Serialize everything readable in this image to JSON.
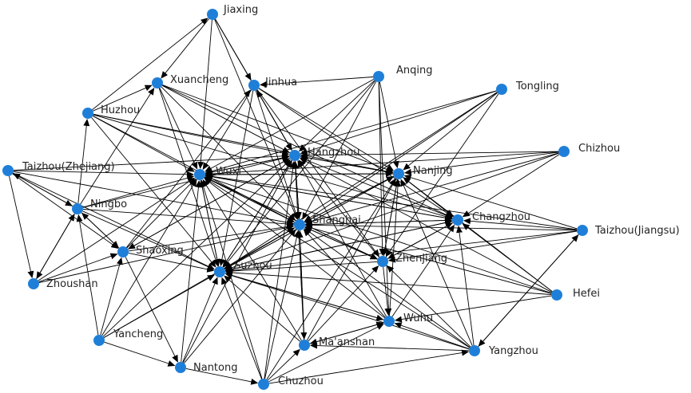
{
  "diagram": {
    "type": "directed-network",
    "node_color": "#1f7fd8",
    "edge_color": "#000000",
    "nodes": [
      {
        "id": "Jiaxing",
        "label": "Jiaxing"
      },
      {
        "id": "Xuancheng",
        "label": "Xuancheng"
      },
      {
        "id": "Jinhua",
        "label": "Jinhua"
      },
      {
        "id": "Anqing",
        "label": "Anqing"
      },
      {
        "id": "Tongling",
        "label": "Tongling"
      },
      {
        "id": "Huzhou",
        "label": "Huzhou"
      },
      {
        "id": "Chizhou",
        "label": "Chizhou"
      },
      {
        "id": "Hangzhou",
        "label": "Hangzhou"
      },
      {
        "id": "TaizhouZJ",
        "label": "Taizhou(Zhejiang)"
      },
      {
        "id": "Wuxi",
        "label": "Wuxi"
      },
      {
        "id": "Nanjing",
        "label": "Nanjing"
      },
      {
        "id": "Ningbo",
        "label": "Ningbo"
      },
      {
        "id": "Shanghai",
        "label": "Shanghai"
      },
      {
        "id": "Changzhou",
        "label": "Changzhou"
      },
      {
        "id": "TaizhouJS",
        "label": "Taizhou(Jiangsu)"
      },
      {
        "id": "Shaoxing",
        "label": "Shaoxing"
      },
      {
        "id": "Zhenjiang",
        "label": "Zhenjiang"
      },
      {
        "id": "Suzhou",
        "label": "Suzhou"
      },
      {
        "id": "Zhoushan",
        "label": "Zhoushan"
      },
      {
        "id": "Hefei",
        "label": "Hefei"
      },
      {
        "id": "Wuhu",
        "label": "Wuhu"
      },
      {
        "id": "Yancheng",
        "label": "Yancheng"
      },
      {
        "id": "Maanshan",
        "label": "Ma'anshan"
      },
      {
        "id": "Yangzhou",
        "label": "Yangzhou"
      },
      {
        "id": "Nantong",
        "label": "Nantong"
      },
      {
        "id": "Chuzhou",
        "label": "Chuzhou"
      }
    ],
    "edges": [
      [
        "Jiaxing",
        "Xuancheng"
      ],
      [
        "Jiaxing",
        "Jinhua"
      ],
      [
        "Jiaxing",
        "Hangzhou"
      ],
      [
        "Jiaxing",
        "Wuxi"
      ],
      [
        "Jiaxing",
        "Shanghai"
      ],
      [
        "Huzhou",
        "Jiaxing"
      ],
      [
        "Anqing",
        "Jinhua"
      ],
      [
        "Anqing",
        "Hangzhou"
      ],
      [
        "Anqing",
        "Wuxi"
      ],
      [
        "Anqing",
        "Shanghai"
      ],
      [
        "Anqing",
        "Suzhou"
      ],
      [
        "Anqing",
        "Wuhu"
      ],
      [
        "Anqing",
        "Zhenjiang"
      ],
      [
        "Anqing",
        "Nanjing"
      ],
      [
        "Tongling",
        "Hangzhou"
      ],
      [
        "Tongling",
        "Wuxi"
      ],
      [
        "Tongling",
        "Shanghai"
      ],
      [
        "Tongling",
        "Nanjing"
      ],
      [
        "Tongling",
        "Suzhou"
      ],
      [
        "Tongling",
        "Zhenjiang"
      ],
      [
        "Chizhou",
        "Hangzhou"
      ],
      [
        "Chizhou",
        "Wuxi"
      ],
      [
        "Chizhou",
        "Nanjing"
      ],
      [
        "Chizhou",
        "Shanghai"
      ],
      [
        "Chizhou",
        "Suzhou"
      ],
      [
        "Chizhou",
        "Changzhou"
      ],
      [
        "Xuancheng",
        "Hangzhou"
      ],
      [
        "Xuancheng",
        "Wuxi"
      ],
      [
        "Xuancheng",
        "Shanghai"
      ],
      [
        "Xuancheng",
        "Nanjing"
      ],
      [
        "Xuancheng",
        "Changzhou"
      ],
      [
        "Xuancheng",
        "Suzhou"
      ],
      [
        "Jinhua",
        "Hangzhou"
      ],
      [
        "Jinhua",
        "Wuxi"
      ],
      [
        "Jinhua",
        "Shanghai"
      ],
      [
        "Jinhua",
        "Nanjing"
      ],
      [
        "Jinhua",
        "Suzhou"
      ],
      [
        "Jinhua",
        "Changzhou"
      ],
      [
        "Jinhua",
        "Zhenjiang"
      ],
      [
        "Huzhou",
        "Hangzhou"
      ],
      [
        "Huzhou",
        "Wuxi"
      ],
      [
        "Huzhou",
        "Shanghai"
      ],
      [
        "Huzhou",
        "Suzhou"
      ],
      [
        "Huzhou",
        "Nanjing"
      ],
      [
        "Huzhou",
        "Xuancheng"
      ],
      [
        "Huzhou",
        "Changzhou"
      ],
      [
        "TaizhouZJ",
        "Hangzhou"
      ],
      [
        "TaizhouZJ",
        "Wuxi"
      ],
      [
        "TaizhouZJ",
        "Shanghai"
      ],
      [
        "TaizhouZJ",
        "Ningbo"
      ],
      [
        "TaizhouZJ",
        "Zhoushan"
      ],
      [
        "TaizhouZJ",
        "Suzhou"
      ],
      [
        "TaizhouZJ",
        "Shaoxing"
      ],
      [
        "Ningbo",
        "Hangzhou"
      ],
      [
        "Ningbo",
        "Wuxi"
      ],
      [
        "Ningbo",
        "Shanghai"
      ],
      [
        "Ningbo",
        "Shaoxing"
      ],
      [
        "Ningbo",
        "Zhoushan"
      ],
      [
        "Ningbo",
        "Suzhou"
      ],
      [
        "Ningbo",
        "TaizhouZJ"
      ],
      [
        "Ningbo",
        "Huzhou"
      ],
      [
        "Ningbo",
        "Xuancheng"
      ],
      [
        "Shaoxing",
        "Hangzhou"
      ],
      [
        "Shaoxing",
        "Wuxi"
      ],
      [
        "Shaoxing",
        "Shanghai"
      ],
      [
        "Shaoxing",
        "Suzhou"
      ],
      [
        "Shaoxing",
        "Ningbo"
      ],
      [
        "Shaoxing",
        "Jinhua"
      ],
      [
        "Shaoxing",
        "Nantong"
      ],
      [
        "Zhoushan",
        "Ningbo"
      ],
      [
        "Zhoushan",
        "Shanghai"
      ],
      [
        "Zhoushan",
        "Shaoxing"
      ],
      [
        "Zhoushan",
        "Wuxi"
      ],
      [
        "Yancheng",
        "Shanghai"
      ],
      [
        "Yancheng",
        "Suzhou"
      ],
      [
        "Yancheng",
        "Wuxi"
      ],
      [
        "Yancheng",
        "Shaoxing"
      ],
      [
        "Yancheng",
        "Nantong"
      ],
      [
        "Yancheng",
        "Hangzhou"
      ],
      [
        "Yancheng",
        "Ningbo"
      ],
      [
        "Nantong",
        "Shanghai"
      ],
      [
        "Nantong",
        "Suzhou"
      ],
      [
        "Nantong",
        "Wuxi"
      ],
      [
        "Nantong",
        "Hangzhou"
      ],
      [
        "Nantong",
        "Chuzhou"
      ],
      [
        "Chuzhou",
        "Nanjing"
      ],
      [
        "Chuzhou",
        "Shanghai"
      ],
      [
        "Chuzhou",
        "Suzhou"
      ],
      [
        "Chuzhou",
        "Wuxi"
      ],
      [
        "Chuzhou",
        "Hangzhou"
      ],
      [
        "Chuzhou",
        "Maanshan"
      ],
      [
        "Chuzhou",
        "Yangzhou"
      ],
      [
        "Chuzhou",
        "Wuhu"
      ],
      [
        "Maanshan",
        "Nanjing"
      ],
      [
        "Maanshan",
        "Shanghai"
      ],
      [
        "Maanshan",
        "Hangzhou"
      ],
      [
        "Maanshan",
        "Wuxi"
      ],
      [
        "Maanshan",
        "Suzhou"
      ],
      [
        "Maanshan",
        "Wuhu"
      ],
      [
        "Maanshan",
        "Zhenjiang"
      ],
      [
        "Yangzhou",
        "Nanjing"
      ],
      [
        "Yangzhou",
        "Shanghai"
      ],
      [
        "Yangzhou",
        "Suzhou"
      ],
      [
        "Yangzhou",
        "Wuxi"
      ],
      [
        "Yangzhou",
        "Zhenjiang"
      ],
      [
        "Yangzhou",
        "Changzhou"
      ],
      [
        "Yangzhou",
        "TaizhouJS"
      ],
      [
        "Yangzhou",
        "Wuhu"
      ],
      [
        "Yangzhou",
        "Maanshan"
      ],
      [
        "Wuhu",
        "Nanjing"
      ],
      [
        "Wuhu",
        "Shanghai"
      ],
      [
        "Wuhu",
        "Hangzhou"
      ],
      [
        "Wuhu",
        "Wuxi"
      ],
      [
        "Wuhu",
        "Suzhou"
      ],
      [
        "Wuhu",
        "Maanshan"
      ],
      [
        "Wuhu",
        "Changzhou"
      ],
      [
        "Hefei",
        "Nanjing"
      ],
      [
        "Hefei",
        "Shanghai"
      ],
      [
        "Hefei",
        "Hangzhou"
      ],
      [
        "Hefei",
        "Wuxi"
      ],
      [
        "Hefei",
        "Suzhou"
      ],
      [
        "Hefei",
        "Changzhou"
      ],
      [
        "Hefei",
        "Wuhu"
      ],
      [
        "TaizhouJS",
        "Nanjing"
      ],
      [
        "TaizhouJS",
        "Shanghai"
      ],
      [
        "TaizhouJS",
        "Suzhou"
      ],
      [
        "TaizhouJS",
        "Wuxi"
      ],
      [
        "TaizhouJS",
        "Changzhou"
      ],
      [
        "TaizhouJS",
        "Zhenjiang"
      ],
      [
        "TaizhouJS",
        "Yangzhou"
      ],
      [
        "Changzhou",
        "Shanghai"
      ],
      [
        "Changzhou",
        "Nanjing"
      ],
      [
        "Changzhou",
        "Wuxi"
      ],
      [
        "Changzhou",
        "Suzhou"
      ],
      [
        "Changzhou",
        "Hangzhou"
      ],
      [
        "Changzhou",
        "Zhenjiang"
      ],
      [
        "Zhenjiang",
        "Nanjing"
      ],
      [
        "Zhenjiang",
        "Shanghai"
      ],
      [
        "Zhenjiang",
        "Wuxi"
      ],
      [
        "Zhenjiang",
        "Suzhou"
      ],
      [
        "Zhenjiang",
        "Changzhou"
      ],
      [
        "Zhenjiang",
        "Hangzhou"
      ],
      [
        "Zhenjiang",
        "Wuhu"
      ],
      [
        "Nanjing",
        "Shanghai"
      ],
      [
        "Nanjing",
        "Wuxi"
      ],
      [
        "Nanjing",
        "Suzhou"
      ],
      [
        "Nanjing",
        "Hangzhou"
      ],
      [
        "Nanjing",
        "Changzhou"
      ],
      [
        "Nanjing",
        "Zhenjiang"
      ],
      [
        "Suzhou",
        "Shanghai"
      ],
      [
        "Suzhou",
        "Wuxi"
      ],
      [
        "Suzhou",
        "Hangzhou"
      ],
      [
        "Suzhou",
        "Nanjing"
      ],
      [
        "Suzhou",
        "Wuhu"
      ],
      [
        "Suzhou",
        "Changzhou"
      ],
      [
        "Wuxi",
        "Shanghai"
      ],
      [
        "Wuxi",
        "Suzhou"
      ],
      [
        "Wuxi",
        "Hangzhou"
      ],
      [
        "Wuxi",
        "Nanjing"
      ],
      [
        "Wuxi",
        "Changzhou"
      ],
      [
        "Wuxi",
        "Zhenjiang"
      ],
      [
        "Hangzhou",
        "Shanghai"
      ],
      [
        "Hangzhou",
        "Wuxi"
      ],
      [
        "Hangzhou",
        "Suzhou"
      ],
      [
        "Hangzhou",
        "Nanjing"
      ],
      [
        "Hangzhou",
        "Jinhua"
      ],
      [
        "Hangzhou",
        "Shaoxing"
      ],
      [
        "Shanghai",
        "Suzhou"
      ],
      [
        "Shanghai",
        "Wuxi"
      ],
      [
        "Shanghai",
        "Hangzhou"
      ],
      [
        "Shanghai",
        "Nanjing"
      ],
      [
        "Shanghai",
        "Maanshan"
      ],
      [
        "Shanghai",
        "Changzhou"
      ],
      [
        "Shanghai",
        "Zhenjiang"
      ]
    ]
  }
}
